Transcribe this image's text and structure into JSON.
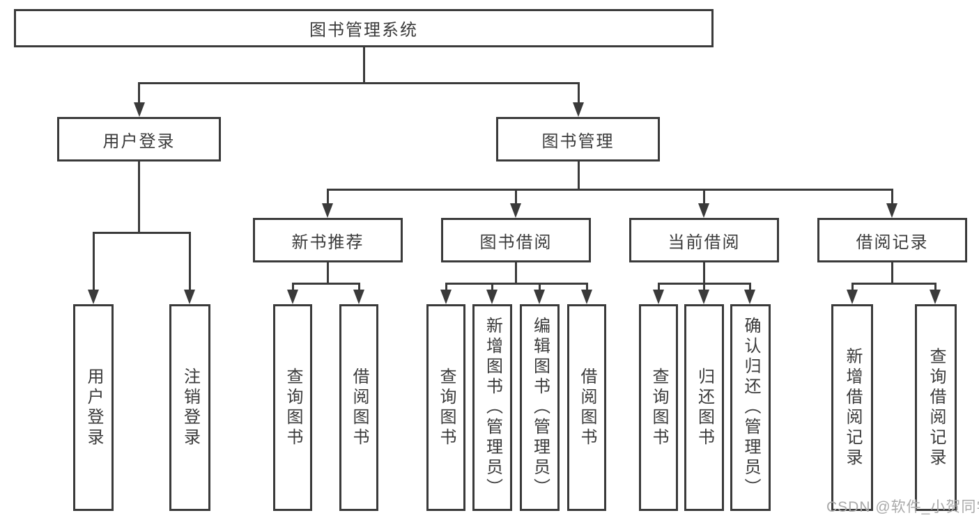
{
  "tree": {
    "root": "图书管理系统",
    "branches": [
      {
        "label": "用户登录",
        "children": [
          "用户登录",
          "注销登录"
        ]
      },
      {
        "label": "图书管理",
        "sections": [
          {
            "label": "新书推荐",
            "children": [
              "查询图书",
              "借阅图书"
            ]
          },
          {
            "label": "图书借阅",
            "children": [
              "查询图书",
              "新增图书（管理员）",
              "编辑图书（管理员）",
              "借阅图书"
            ]
          },
          {
            "label": "当前借阅",
            "children": [
              "查询图书",
              "归还图书",
              "确认归还（管理员）"
            ]
          },
          {
            "label": "借阅记录",
            "children": [
              "新增借阅记录",
              "查询借阅记录"
            ]
          }
        ]
      }
    ]
  },
  "watermark": {
    "text": "CSDN @软件_小贺同学"
  },
  "colors": {
    "line": "#3a3a3a",
    "text": "#3a3a3a",
    "background": "#ffffff",
    "watermark": "#a9a9a9"
  }
}
